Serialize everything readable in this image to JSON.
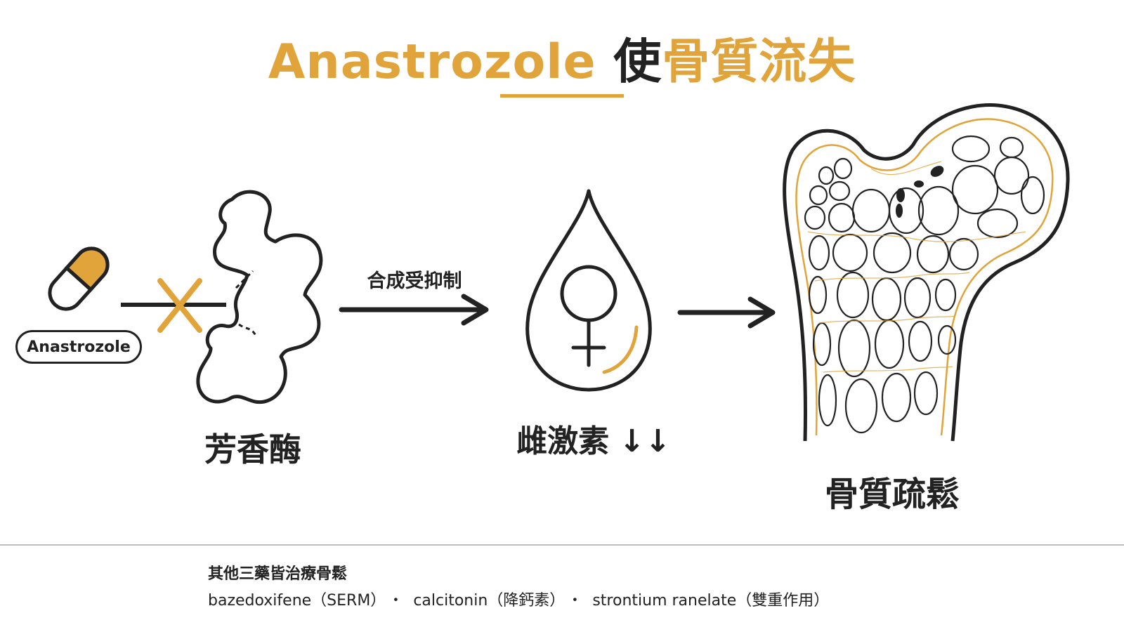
{
  "title": {
    "part1": "Anastrozole ",
    "part2": "使",
    "part3": "骨質流失"
  },
  "colors": {
    "accent": "#e0a43a",
    "ink": "#222222"
  },
  "diagram": {
    "drug_label": "Anastrozole",
    "enzyme_label": "芳香酶",
    "inhibition_label": "合成受抑制",
    "hormone_label": "雌激素",
    "hormone_arrows": "↓↓",
    "result_label": "骨質疏鬆",
    "icons": [
      "capsule-icon",
      "cross-icon",
      "enzyme-blob-icon",
      "arrow-right-icon",
      "drop-icon",
      "female-symbol-icon",
      "bone-icon"
    ]
  },
  "footer": {
    "title": "其他三藥皆治療骨鬆",
    "items": [
      "bazedoxifene（SERM）",
      "calcitonin（降鈣素）",
      "strontium ranelate（雙重作用）"
    ],
    "separator": "・"
  }
}
